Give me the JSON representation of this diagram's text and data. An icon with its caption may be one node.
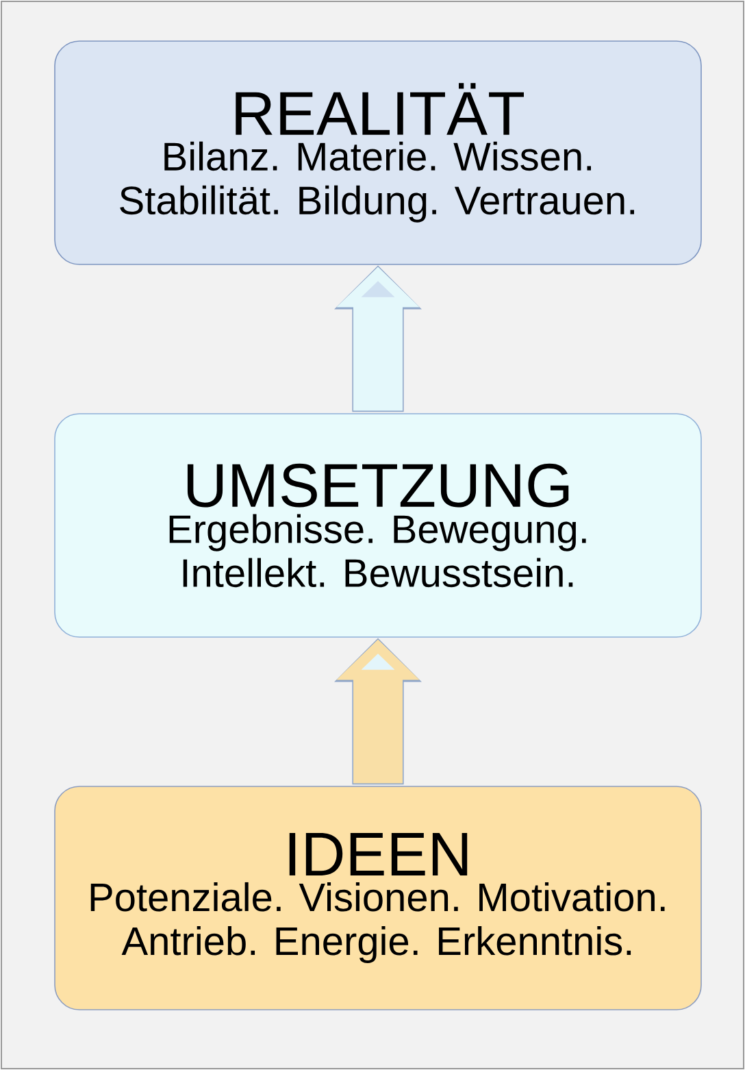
{
  "diagram": {
    "nodes": [
      {
        "text": [
          "REALITÄT",
          "Bilanz. Materie. Wissen. Stabilität. Bildung. Vertrauen."
        ]
      },
      {
        "text": [
          "UMSETZUNG",
          "Ergebnisse. Bewegung. Intellekt. Bewusstsein."
        ]
      },
      {
        "text": [
          "IDEEN",
          "Potenziale. Visionen. Motivation. Antrieb. Energie. Erkenntnis."
        ]
      }
    ],
    "edges": [
      {
        "from": 2,
        "to": 1,
        "arrow": "to"
      },
      {
        "from": 1,
        "to": 0,
        "arrow": "to"
      }
    ]
  }
}
